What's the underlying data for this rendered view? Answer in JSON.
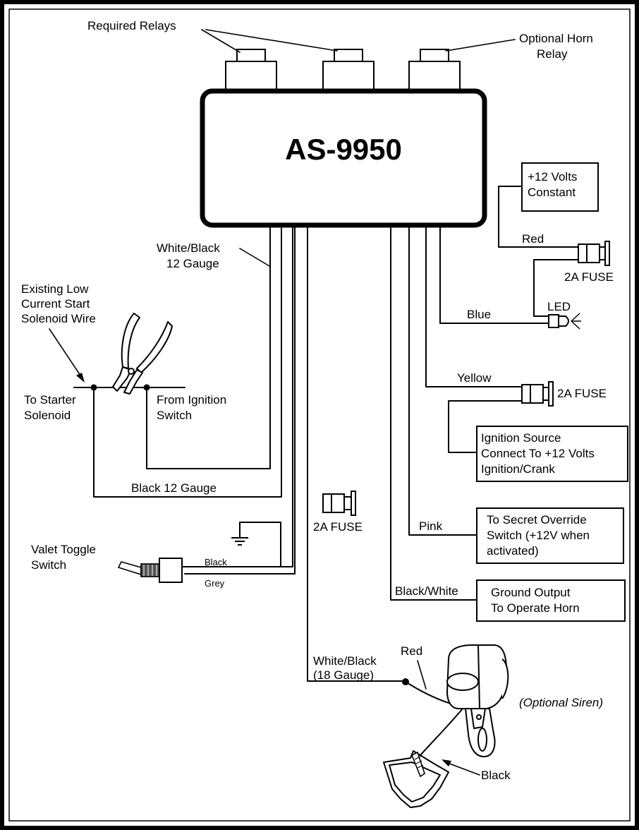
{
  "module": {
    "name": "AS-9950"
  },
  "relays": {
    "required_label": "Required Relays",
    "optional_label_1": "Optional Horn",
    "optional_label_2": "Relay"
  },
  "wires": {
    "white_black_1": "White/Black",
    "white_black_2": "12 Gauge",
    "black_12": "Black 12 Gauge",
    "red": "Red",
    "blue": "Blue",
    "yellow": "Yellow",
    "pink": "Pink",
    "black_white": "Black/White",
    "white_black_18_1": "White/Black",
    "white_black_18_2": "(18 Gauge)",
    "siren_red": "Red",
    "siren_black": "Black",
    "switch_black": "Black",
    "switch_grey": "Grey"
  },
  "fuses": {
    "red_fuse": "2A FUSE",
    "yellow_fuse": "2A FUSE",
    "white_black_fuse": "2A FUSE"
  },
  "led": {
    "label": "LED"
  },
  "boxes": {
    "constant": [
      "+12 Volts",
      "Constant"
    ],
    "ignition": [
      "Ignition Source",
      "Connect To +12 Volts",
      "Ignition/Crank"
    ],
    "override": [
      "To Secret Override",
      "Switch (+12V when",
      "activated)"
    ],
    "horn": [
      "Ground Output",
      "To Operate Horn"
    ]
  },
  "solenoid": {
    "existing": [
      "Existing Low",
      "Current Start",
      "Solenoid Wire"
    ],
    "to_starter": [
      "To Starter",
      "Solenoid"
    ],
    "from_ignition": [
      "From Ignition",
      "Switch"
    ]
  },
  "valet": {
    "label": [
      "Valet Toggle",
      "Switch"
    ]
  },
  "siren": {
    "label": "(Optional Siren)"
  }
}
